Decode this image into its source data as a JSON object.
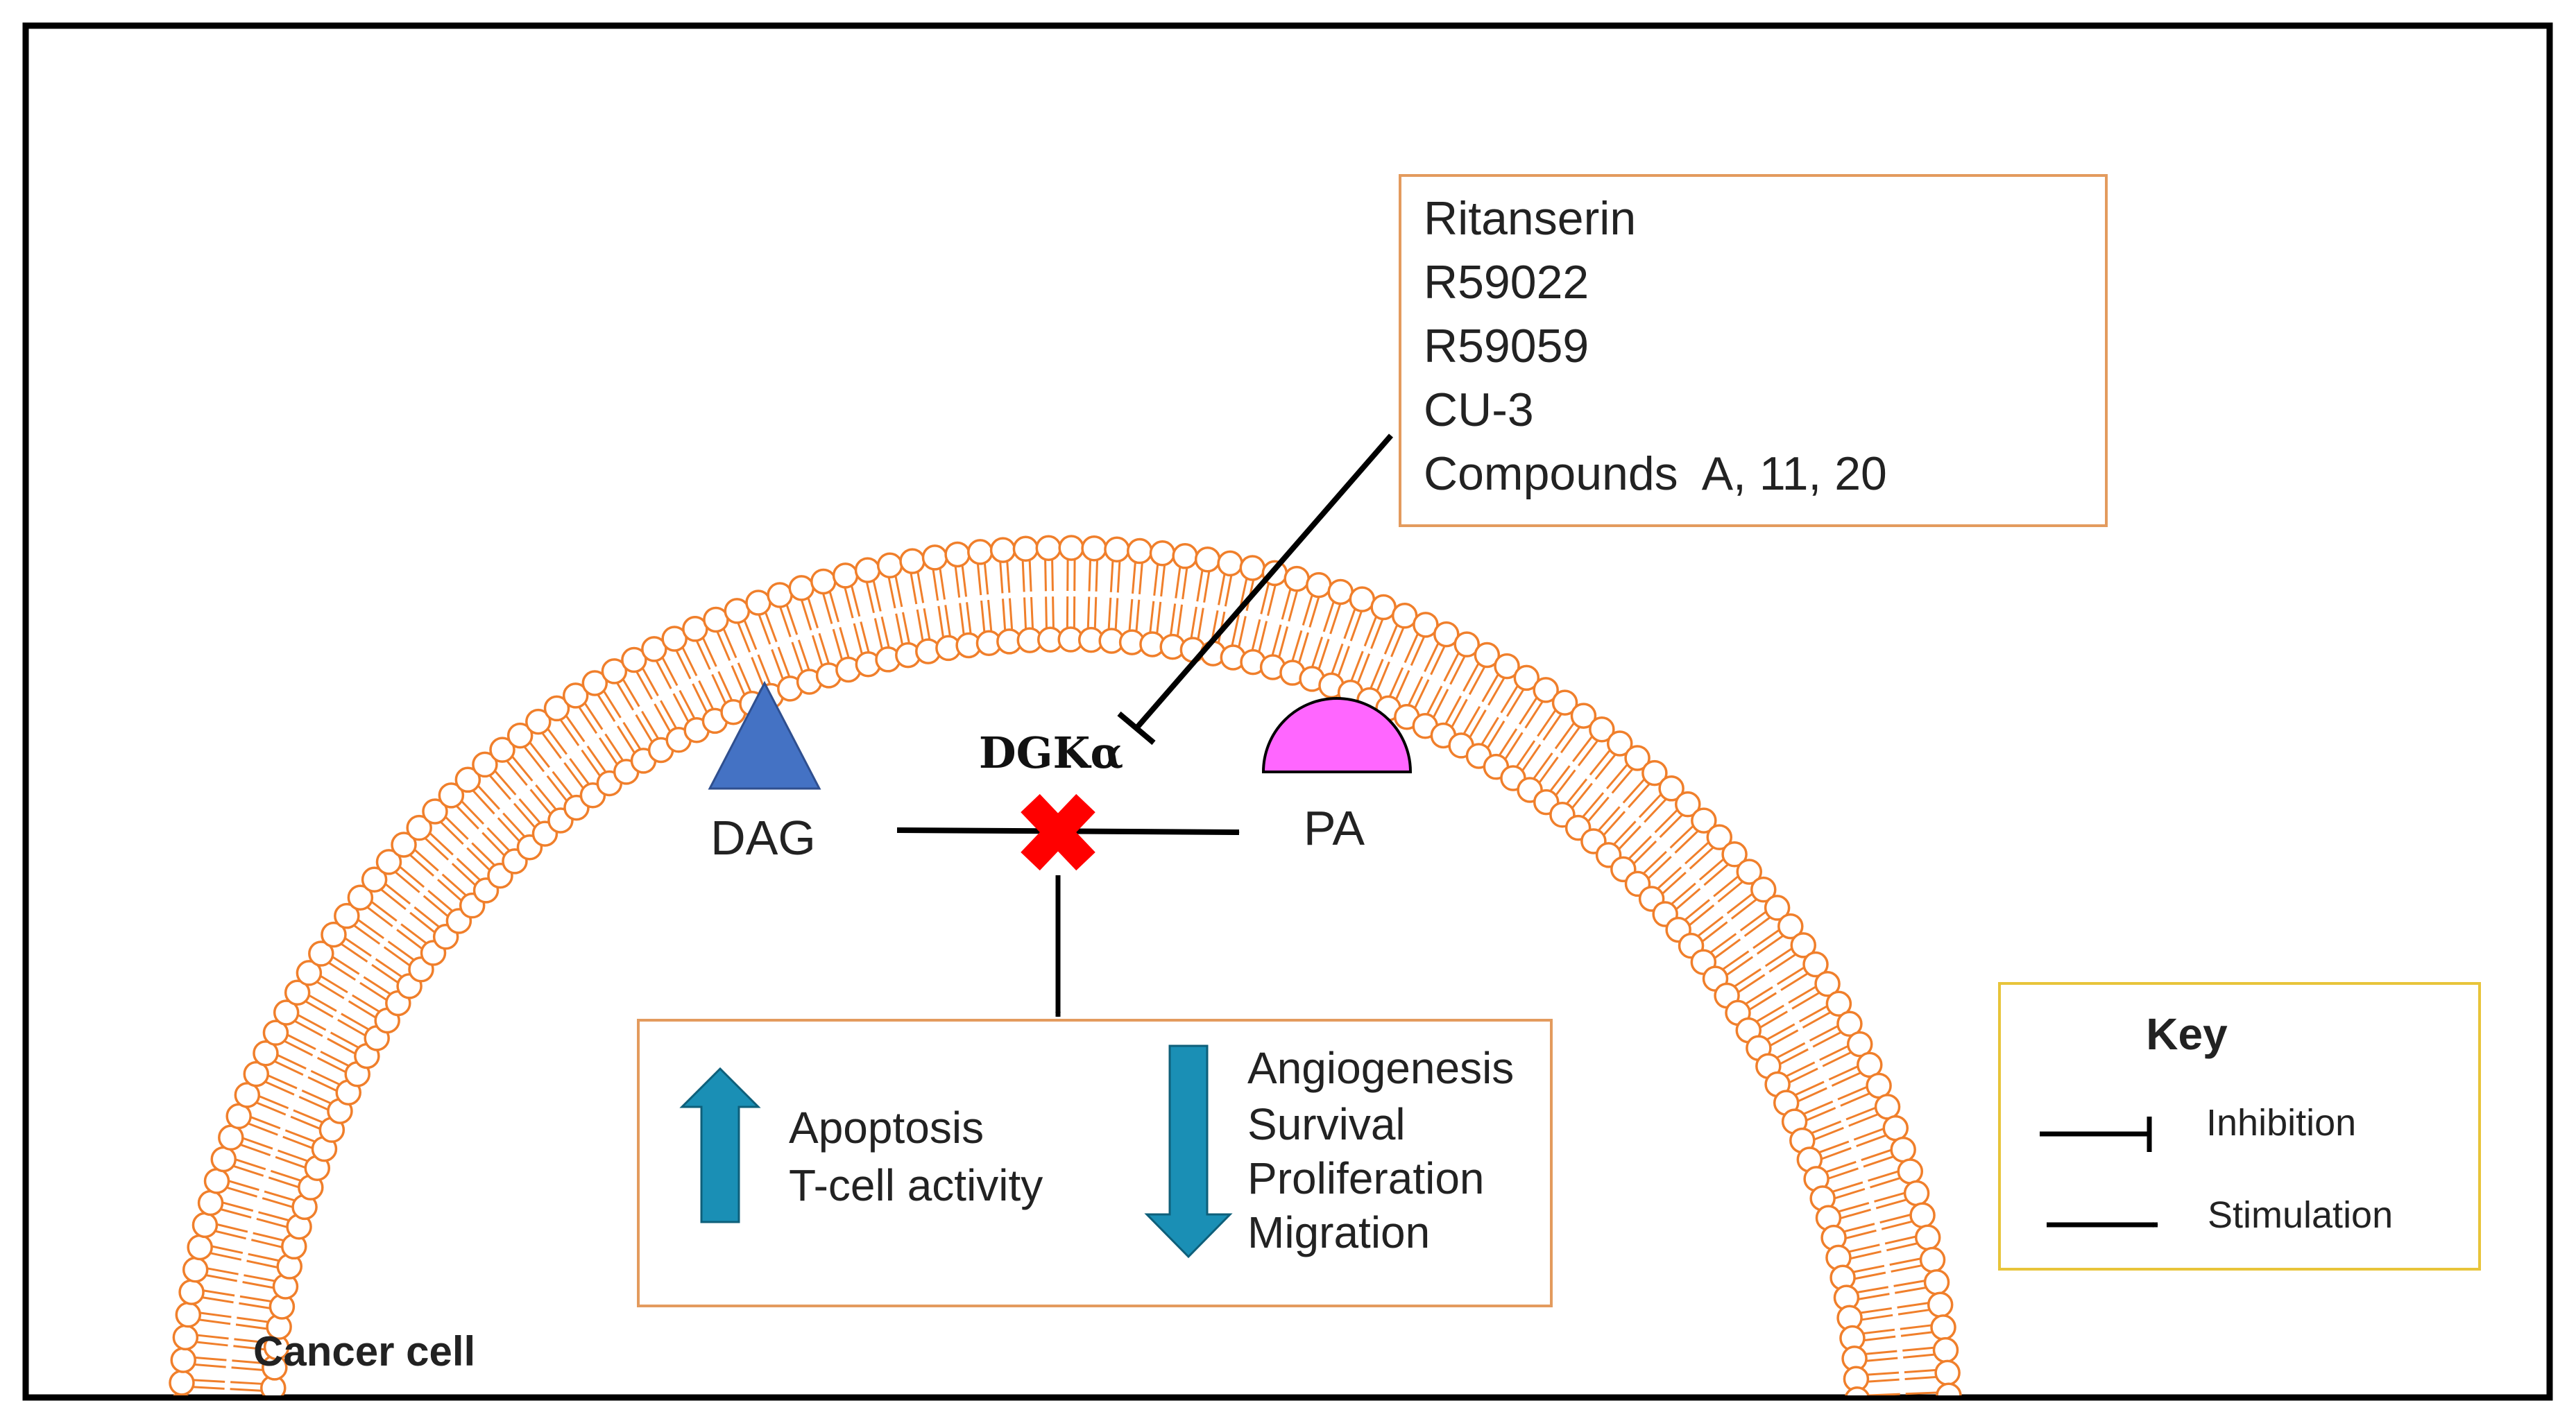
{
  "inhibitors": {
    "items": [
      "Ritanserin",
      "R59022",
      "R59059",
      "CU-3",
      "Compounds  A, 11, 20"
    ]
  },
  "enzyme": {
    "label": "DGKα"
  },
  "substrate": {
    "label": "DAG"
  },
  "product": {
    "label": "PA"
  },
  "effects": {
    "up": [
      "Apoptosis",
      "T-cell activity"
    ],
    "down": [
      "Angiogenesis",
      "Survival",
      "Proliferation",
      "Migration"
    ]
  },
  "key": {
    "title": "Key",
    "inhibition_label": "Inhibition",
    "stimulation_label": "Stimulation"
  },
  "cell": {
    "label": "Cancer cell"
  },
  "colors": {
    "membrane": "#F07F2B",
    "inhibitor_box_border": "#E39B5E",
    "effects_box_border": "#E39B5E",
    "key_box_border": "#E8C43A",
    "dag_triangle": "#4472C4",
    "pa_shape": "#FF66FF",
    "block_cross": "#FF0000",
    "effect_arrow": "#1A8FB5",
    "line": "#000000"
  },
  "icons": {
    "inhibition": "inhibition-tbar-icon",
    "stimulation": "stimulation-arrow-icon",
    "blocked": "red-x-block-icon",
    "increase": "up-arrow-icon",
    "decrease": "down-arrow-icon"
  }
}
